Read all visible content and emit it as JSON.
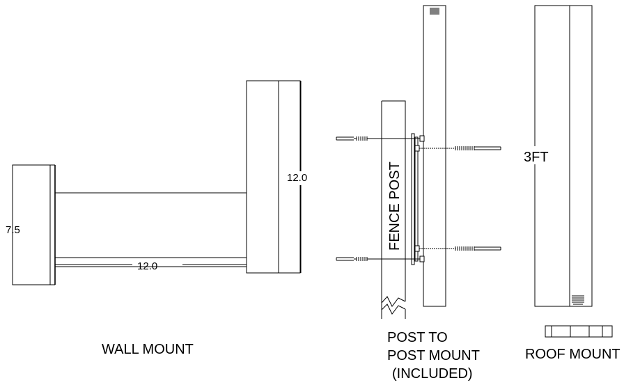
{
  "wall_mount": {
    "caption": "WALL MOUNT",
    "dim_height": "7.5",
    "dim_arm_length": "12.0",
    "dim_plate_height": "12.0"
  },
  "post_mount": {
    "post_label": "FENCE POST",
    "caption_line1": "POST TO",
    "caption_line2": "POST MOUNT",
    "caption_line3": "(INCLUDED)"
  },
  "roof_mount": {
    "dim_height": "3FT",
    "caption": "ROOF MOUNT"
  }
}
